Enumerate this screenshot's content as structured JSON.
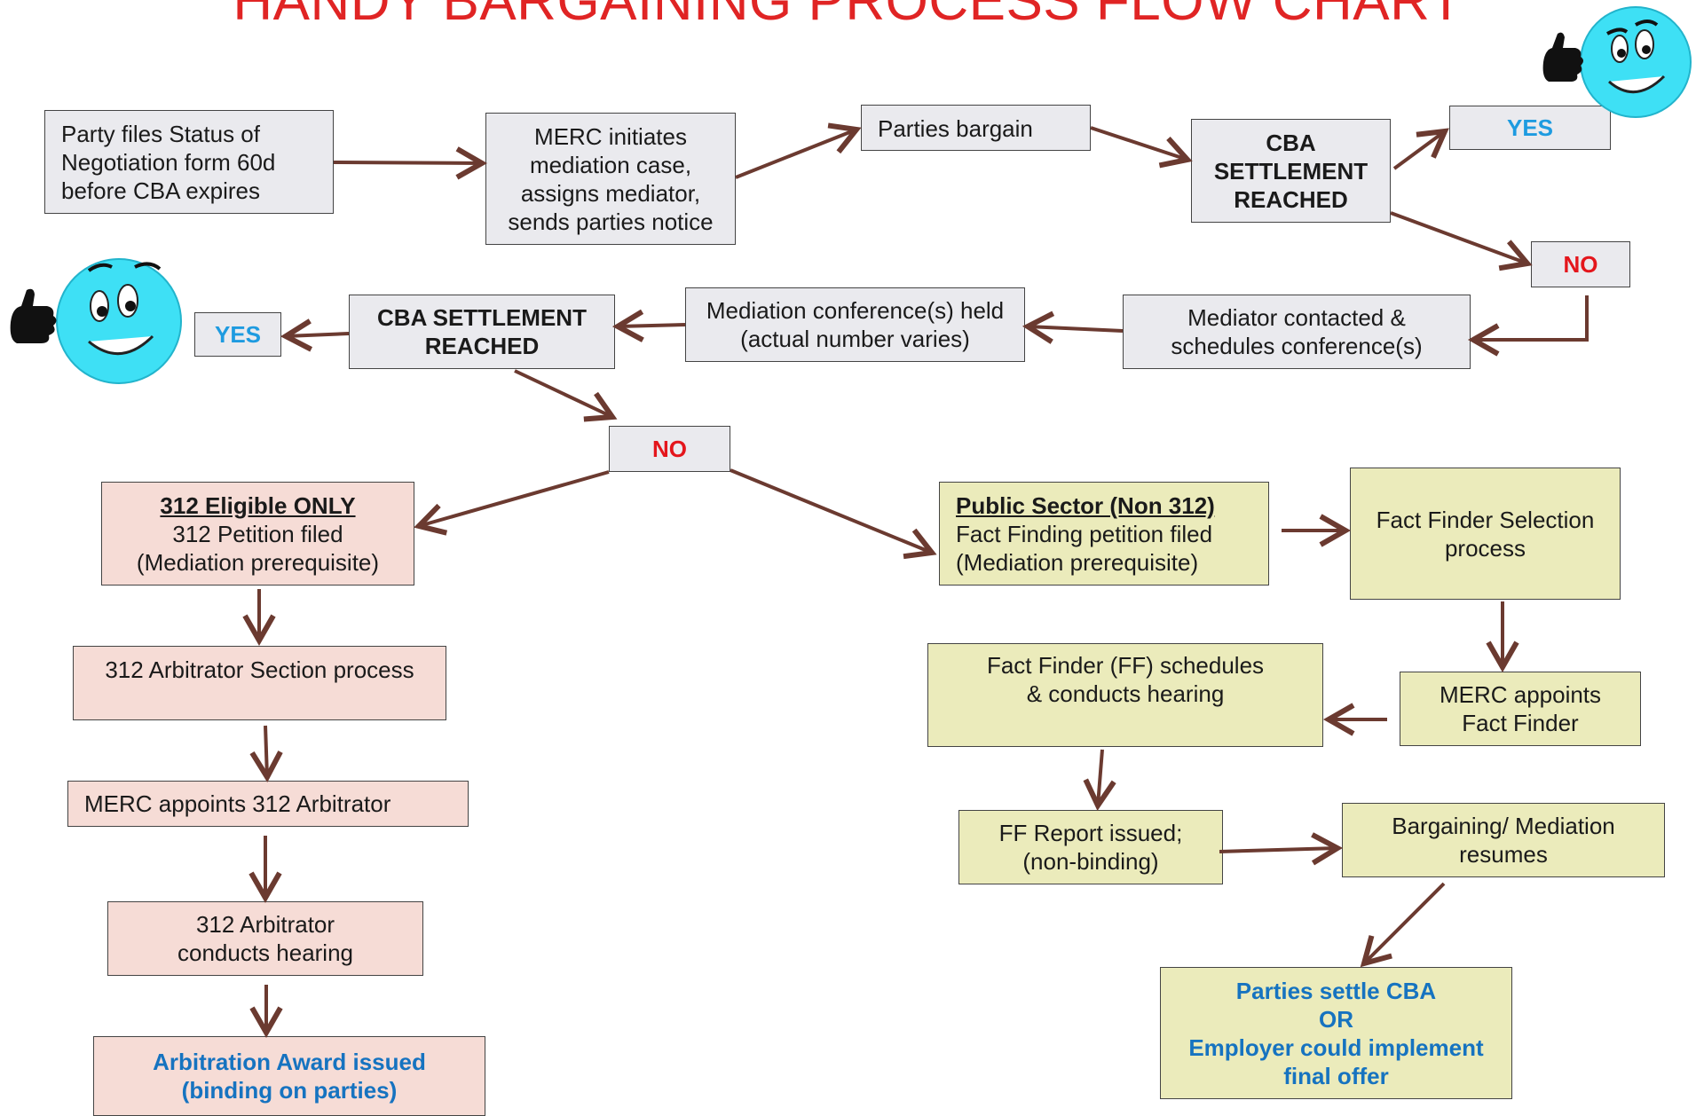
{
  "title": "HANDY BARGAINING PROCESS FLOW CHART",
  "colors": {
    "title": "#e02424",
    "arrow": "#6b3a30",
    "yes": "#1e9be0",
    "no": "#e4161c",
    "outcome": "#1673c0",
    "grey_box": "#eaeaee",
    "pink_box": "#f6dcd6",
    "olive_box": "#ebebbb",
    "smiley": "#3ee0f5"
  },
  "icons": [
    "smiley-thumbs-up-icon"
  ],
  "nodes": {
    "party_files": "Party files Status of\nNegotiation form 60d\nbefore CBA expires",
    "merc_initiates": "MERC initiates\nmediation case,\nassigns mediator,\nsends parties notice",
    "parties_bargain": "Parties bargain",
    "cba_settlement_1": "CBA\nSETTLEMENT\nREACHED",
    "yes_1": "YES",
    "no_1": "NO",
    "mediator_contacted": "Mediator contacted &\nschedules conference(s)",
    "mediation_conference": "Mediation conference(s) held\n(actual number varies)",
    "cba_settlement_2": "CBA  SETTLEMENT\nREACHED",
    "yes_2": "YES",
    "no_2": "NO",
    "eligible_312_heading": "312 Eligible ONLY",
    "eligible_312_body": "312 Petition filed\n(Mediation prerequisite)",
    "arbitrator_selection": "312 Arbitrator Section process",
    "merc_appoints_arbitrator": "MERC appoints 312 Arbitrator",
    "arbitrator_hearing": "312 Arbitrator\nconducts hearing",
    "arbitration_award": "Arbitration Award issued\n(binding on parties)",
    "public_sector_heading": "Public Sector (Non 312)",
    "public_sector_body": "Fact Finding petition filed\n(Mediation prerequisite)",
    "fact_finder_selection": "Fact Finder Selection\nprocess",
    "merc_appoints_ff": "MERC appoints\nFact Finder",
    "ff_hearing": "Fact Finder (FF) schedules\n& conducts hearing",
    "ff_report": "FF Report issued;\n(non-binding)",
    "bargaining_resumes": "Bargaining/ Mediation\nresumes",
    "final_outcome": "Parties settle CBA\nOR\nEmployer could implement\nfinal offer"
  }
}
